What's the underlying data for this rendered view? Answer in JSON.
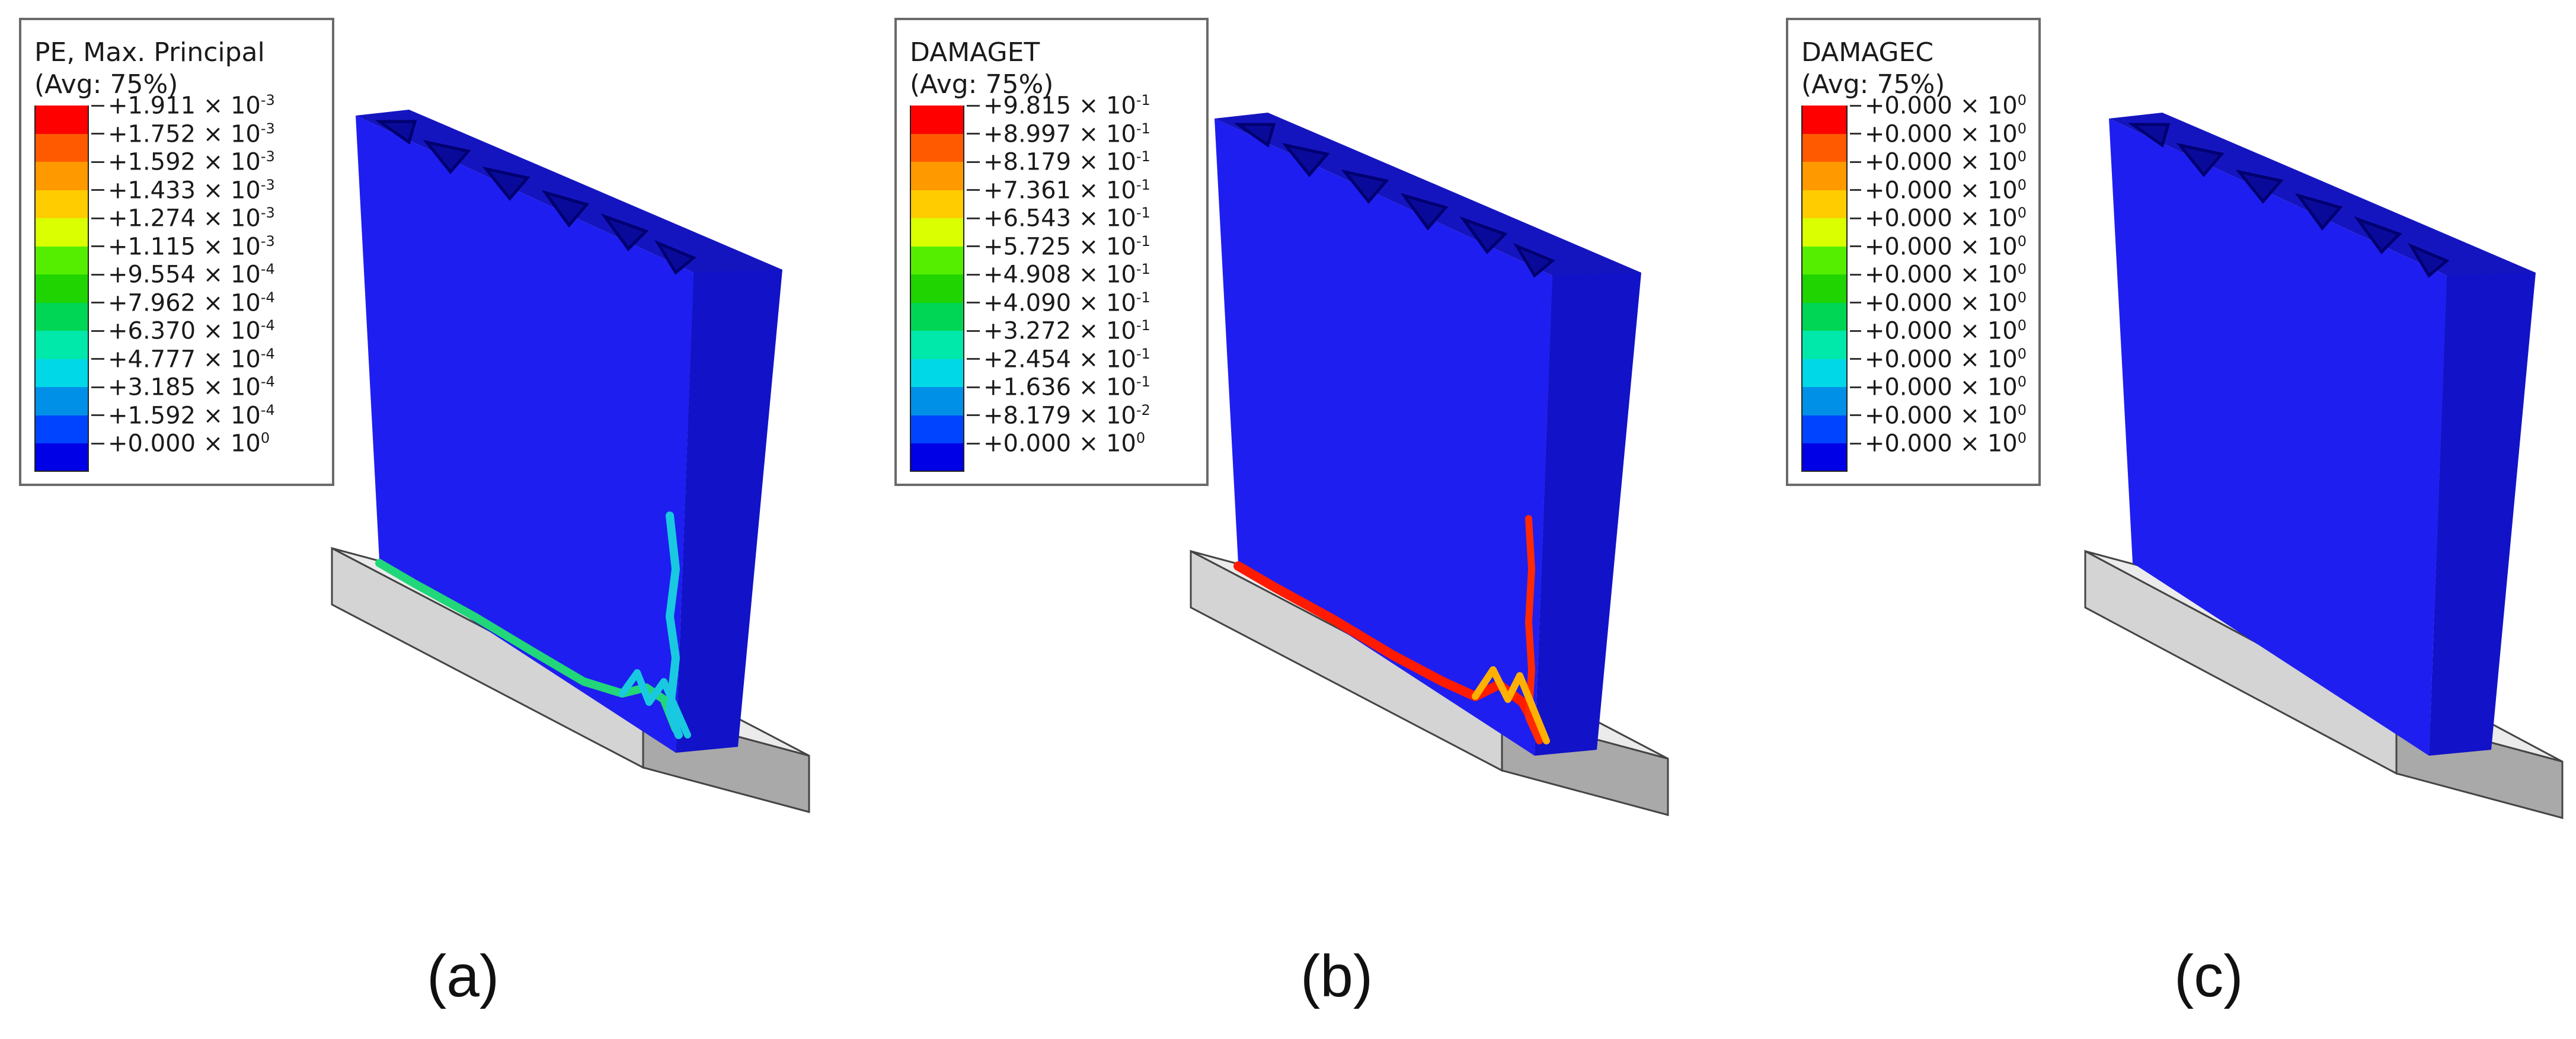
{
  "panels": [
    {
      "id": "a",
      "legend_title": "PE, Max. Principal",
      "legend_sub": "(Avg: 75%)",
      "values": [
        "+1.911 × 10",
        "+1.752 × 10",
        "+1.592 × 10",
        "+1.433 × 10",
        "+1.274 × 10",
        "+1.115 × 10",
        "+9.554 × 10",
        "+7.962 × 10",
        "+6.370 × 10",
        "+4.777 × 10",
        "+3.185 × 10",
        "+1.592 × 10",
        "+0.000 × 10"
      ],
      "exponents": [
        "-3",
        "-3",
        "-3",
        "-3",
        "-3",
        "-3",
        "-4",
        "-4",
        "-4",
        "-4",
        "-4",
        "-4",
        "0"
      ],
      "caption": "(a)"
    },
    {
      "id": "b",
      "legend_title": "DAMAGET",
      "legend_sub": "(Avg: 75%)",
      "values": [
        "+9.815 × 10",
        "+8.997 × 10",
        "+8.179 × 10",
        "+7.361 × 10",
        "+6.543 × 10",
        "+5.725 × 10",
        "+4.908 × 10",
        "+4.090 × 10",
        "+3.272 × 10",
        "+2.454 × 10",
        "+1.636 × 10",
        "+8.179 × 10",
        "+0.000 × 10"
      ],
      "exponents": [
        "-1",
        "-1",
        "-1",
        "-1",
        "-1",
        "-1",
        "-1",
        "-1",
        "-1",
        "-1",
        "-1",
        "-2",
        "0"
      ],
      "caption": "(b)"
    },
    {
      "id": "c",
      "legend_title": "DAMAGEC",
      "legend_sub": "(Avg: 75%)",
      "values": [
        "+0.000 × 10",
        "+0.000 × 10",
        "+0.000 × 10",
        "+0.000 × 10",
        "+0.000 × 10",
        "+0.000 × 10",
        "+0.000 × 10",
        "+0.000 × 10",
        "+0.000 × 10",
        "+0.000 × 10",
        "+0.000 × 10",
        "+0.000 × 10",
        "+0.000 × 10"
      ],
      "exponents": [
        "0",
        "0",
        "0",
        "0",
        "0",
        "0",
        "0",
        "0",
        "0",
        "0",
        "0",
        "0",
        "0"
      ],
      "caption": "(c)"
    }
  ],
  "colors": {
    "contour_bands": [
      "#ff0000",
      "#ff5a00",
      "#ff9900",
      "#ffcc00",
      "#d9ff00",
      "#55ee00",
      "#1fd400",
      "#00d655",
      "#00e8aa",
      "#00d8e8",
      "#0090e8",
      "#0044ff",
      "#0000e6"
    ],
    "wall_front": "#1e1ef0",
    "wall_side": "#1212c8",
    "base_top": "#ebebeb",
    "base_side": "#d2d2d2",
    "base_end": "#a9a9a9"
  }
}
